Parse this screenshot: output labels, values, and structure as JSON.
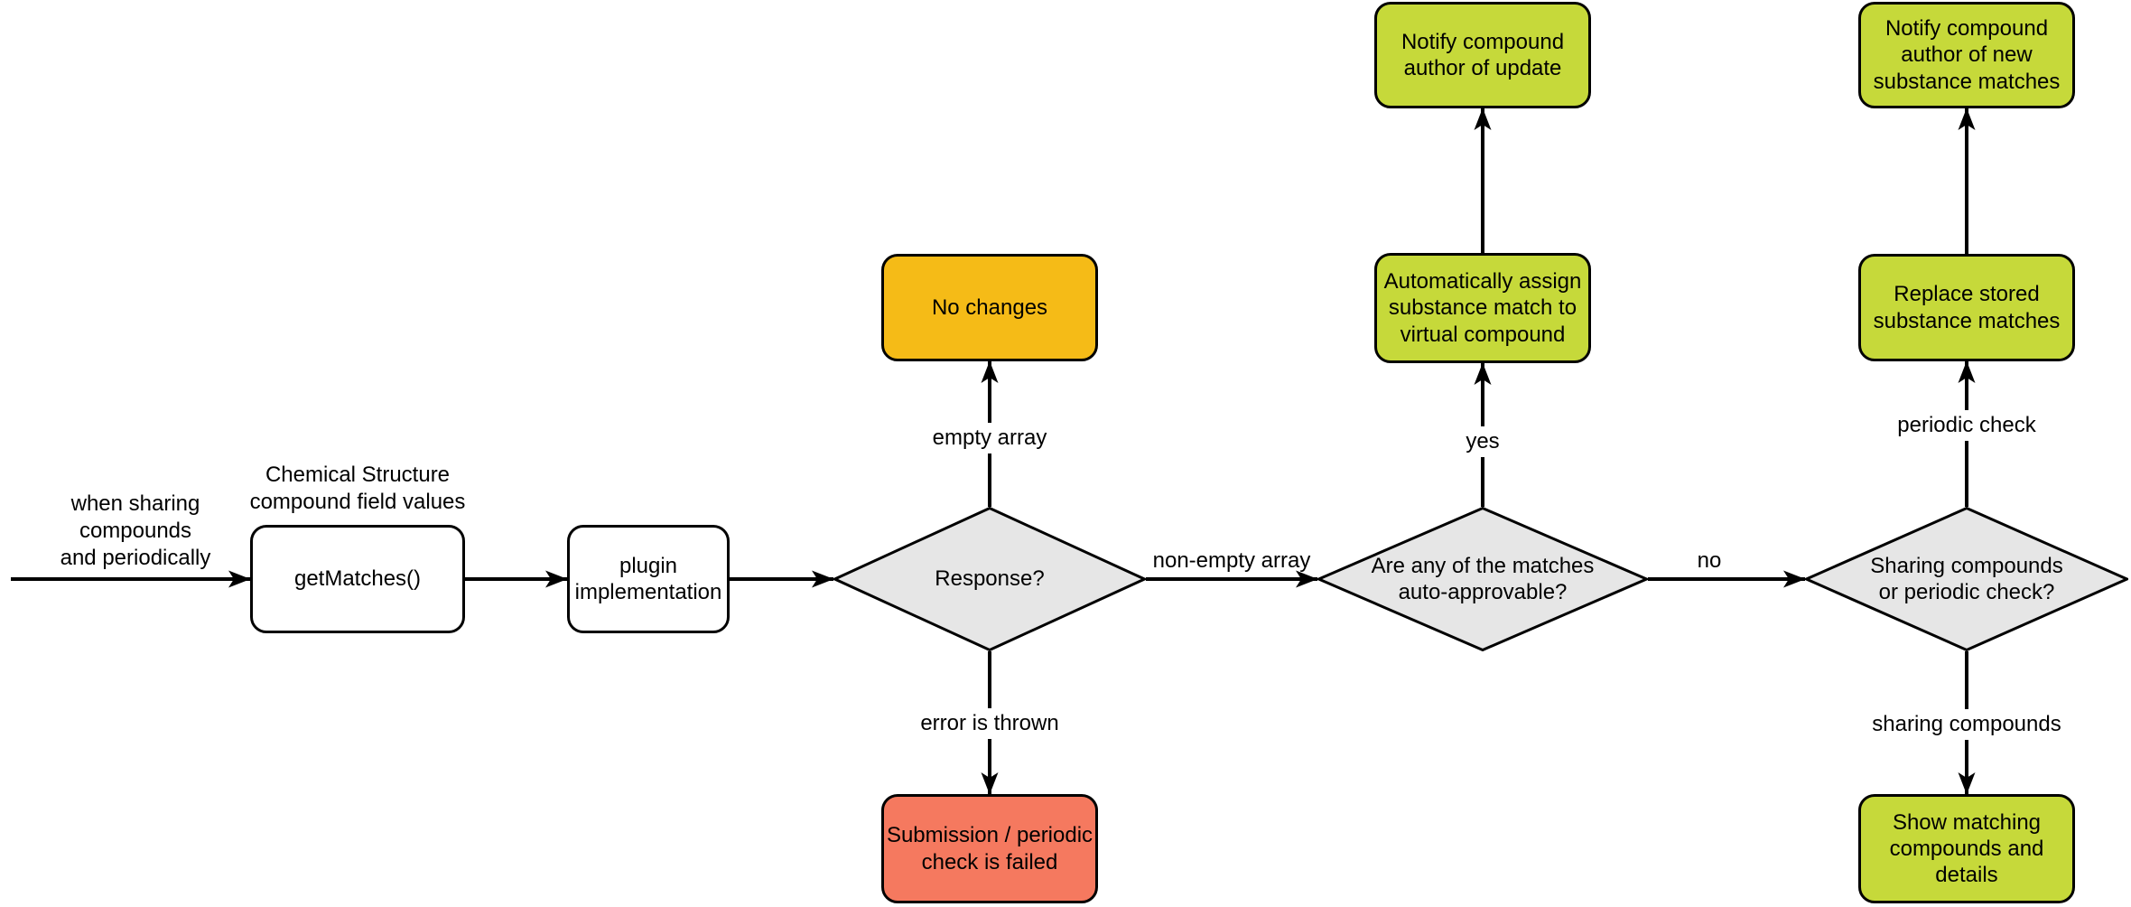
{
  "diagram_type": "flowchart",
  "colors": {
    "background": "#FFFFFF",
    "stroke": "#000000",
    "decision_fill": "#E6E6E6",
    "warning_fill": "#F5BB17",
    "error_fill": "#F5795F",
    "success_fill": "#C6D93A",
    "process_fill": "#FFFFFF"
  },
  "nodes": {
    "get_matches": {
      "label": "getMatches()",
      "annotation": "Chemical Structure\ncompound field values"
    },
    "plugin_implementation": {
      "label": "plugin\nimplementation"
    },
    "response_decision": {
      "label": "Response?"
    },
    "no_changes": {
      "label": "No changes"
    },
    "submission_failed": {
      "label": "Submission / periodic\ncheck is failed"
    },
    "auto_approvable_decision": {
      "label": "Are any of the matches\nauto-approvable?"
    },
    "assign_substance_match": {
      "label": "Automatically assign\nsubstance match to\nvirtual compound"
    },
    "notify_author_update": {
      "label": "Notify compound\nauthor of update"
    },
    "sharing_or_periodic_decision": {
      "label": "Sharing compounds\nor periodic check?"
    },
    "replace_stored_matches": {
      "label": "Replace stored\nsubstance matches"
    },
    "notify_author_new_matches": {
      "label": "Notify compound\nauthor of new\nsubstance matches"
    },
    "show_matching_compounds": {
      "label": "Show matching\ncompounds and\ndetails"
    }
  },
  "edge_labels": {
    "trigger": "when sharing\ncompounds\nand periodically",
    "empty_array": "empty array",
    "error_is_thrown": "error is thrown",
    "non_empty_array": "non-empty array",
    "yes": "yes",
    "no": "no",
    "periodic_check": "periodic check",
    "sharing_compounds": "sharing compounds"
  }
}
